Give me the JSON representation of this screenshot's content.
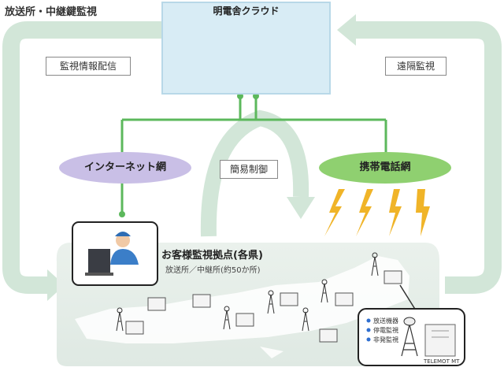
{
  "title": "放送所・中継鍵監視",
  "cloud": {
    "label": "明電舎クラウド"
  },
  "flows": {
    "left": "監視情報配信",
    "right": "遠隔監視",
    "center": "簡易制御"
  },
  "networks": {
    "internet": "インターネット網",
    "mobile": "携帯電話網"
  },
  "site": {
    "title": "お客様監視拠点(各県)",
    "subtitle": "放送所／中継所(約50か所)"
  },
  "detail": {
    "legend": [
      "放送機器",
      "停電監視",
      "非発監視"
    ],
    "device": "TELEMOT MT"
  },
  "colors": {
    "cloud_bg": "#d8ecf5",
    "arrow": "#d2e6d8",
    "line_green": "#5cb85c",
    "internet_oval": "#c9bfe6",
    "mobile_oval": "#8fd070",
    "lightning": "#f0b428"
  }
}
